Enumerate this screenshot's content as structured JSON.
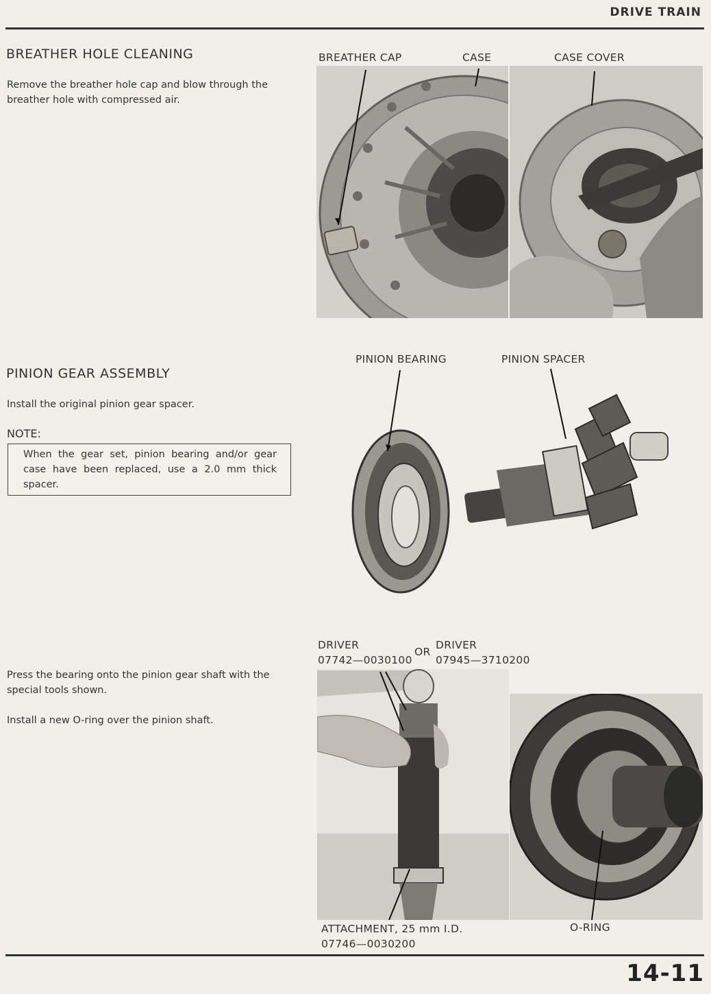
{
  "header": {
    "section": "DRIVE TRAIN"
  },
  "breather": {
    "heading": "BREATHER HOLE CLEANING",
    "text": "Remove the breather hole cap and blow through the breather hole with compressed air.",
    "labels": {
      "cap": "BREATHER CAP",
      "case": "CASE",
      "cover": "CASE COVER"
    }
  },
  "pinion": {
    "heading": "PINION GEAR ASSEMBLY",
    "text": "Install the original pinion gear spacer.",
    "note_label": "NOTE:",
    "note_text": "When the gear set, pinion bearing and/or gear case have been replaced, use a 2.0 mm thick spacer.",
    "labels": {
      "bearing": "PINION BEARING",
      "spacer": "PINION SPACER"
    }
  },
  "press": {
    "text1": "Press the bearing onto the pinion gear shaft with the special tools shown.",
    "text2": "Install a new O-ring over the pinion shaft.",
    "labels": {
      "driver1_name": "DRIVER",
      "driver1_code": "07742—0030100",
      "or": "OR",
      "driver2_name": "DRIVER",
      "driver2_code": "07945—3710200",
      "attachment_name": "ATTACHMENT, 25 mm I.D.",
      "attachment_code": "07746—0030200",
      "oring": "O-RING"
    }
  },
  "footer": {
    "page_number": "14-11"
  }
}
